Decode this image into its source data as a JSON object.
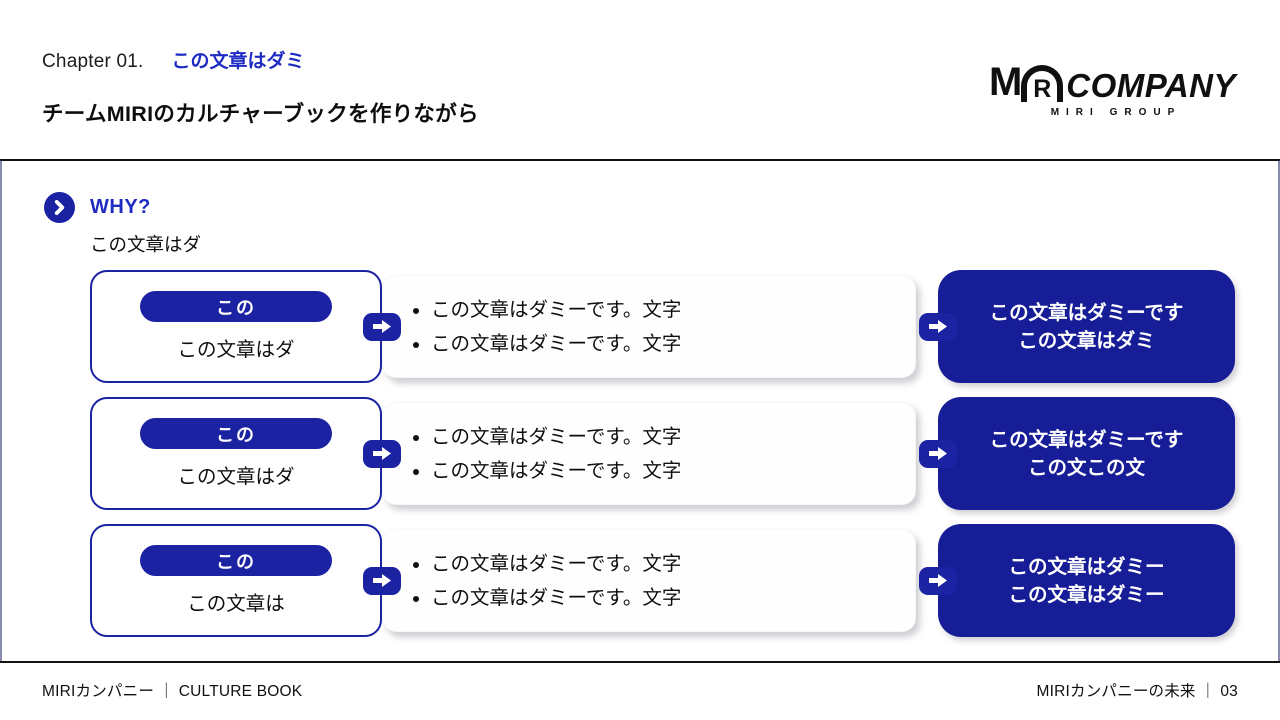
{
  "header": {
    "chapter": "Chapter 01.",
    "chapter_accent": "この文章はダミ",
    "title": "チームMIRIのカルチャーブックを作りながら"
  },
  "logo": {
    "part_m": "M",
    "part_r": "R",
    "part_company": "COMPANY",
    "subtext": "MIRI GROUP"
  },
  "section": {
    "heading": "WHY?",
    "subheading": "この文章はダ"
  },
  "rows": [
    {
      "tag": "この",
      "label": "この文章はダ",
      "bullets": [
        "この文章はダミーです。文字",
        "この文章はダミーです。文字"
      ],
      "result": [
        "この文章はダミーです",
        "この文章はダミ"
      ]
    },
    {
      "tag": "この",
      "label": "この文章はダ",
      "bullets": [
        "この文章はダミーです。文字",
        "この文章はダミーです。文字"
      ],
      "result": [
        "この文章はダミーです",
        "この文この文"
      ]
    },
    {
      "tag": "この",
      "label": "この文章は",
      "bullets": [
        "この文章はダミーです。文字",
        "この文章はダミーです。文字"
      ],
      "result": [
        "この文章はダミー",
        "この文章はダミー"
      ]
    }
  ],
  "footer": {
    "left": "MIRIカンパニー ｜ CULTURE BOOK",
    "right": "MIRIカンパニーの未来 ｜ 03"
  },
  "icons": {
    "why_icon": "chevron-right-circle",
    "flow_icon": "block-arrow-right"
  },
  "colors": {
    "primary_navy": "#1b23a3",
    "deep_navy": "#171d96",
    "accent_blue": "#1e2cc3",
    "text_ink": "#121212",
    "background": "#ffffff"
  }
}
